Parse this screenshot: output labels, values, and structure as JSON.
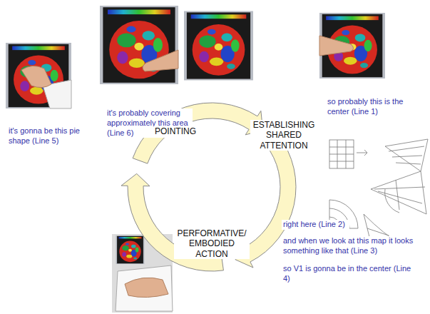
{
  "diagram": {
    "labels": [
      "so probably this is the center (Line 1)",
      "it's probably covering approximately this area (Line 6)",
      "it's gonna be this pie shape (Line 5)",
      "POINTING",
      "ESTABLISHING SHARED ATTENTION",
      "PERFORMATIVE/ EMBODIED ACTION",
      "right here (Line 2)",
      "and when we look at this map it looks something like that (Line 3)",
      "so V1 is gonna be in the center (Line 4)"
    ]
  }
}
